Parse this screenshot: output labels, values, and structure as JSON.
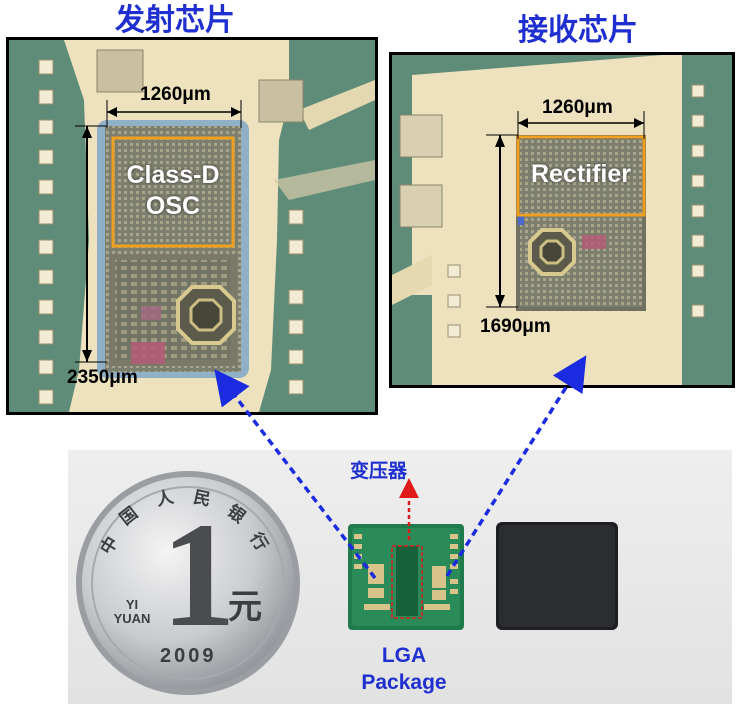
{
  "tx_chip": {
    "title": "发射芯片",
    "width_label": "1260μm",
    "height_label": "2350μm",
    "block_line1": "Class-D",
    "block_line2": "OSC"
  },
  "rx_chip": {
    "title": "接收芯片",
    "width_label": "1260μm",
    "height_label": "1690μm",
    "block_label": "Rectifier"
  },
  "bottom_photo": {
    "transformer_label": "变压器",
    "package_line1": "LGA",
    "package_line2": "Package"
  },
  "coin": {
    "characters": [
      "中",
      "国",
      "人",
      "民",
      "银",
      "行"
    ],
    "denomination": "1",
    "yuan_line1": "YI",
    "yuan_line2": "YUAN",
    "yuan_char": "元",
    "year": "2009"
  },
  "colors": {
    "title_blue": "#1f2fd0",
    "highlight_orange": "#f0a020",
    "arrow_blue": "#1a2be0",
    "arrow_red": "#e01a1a"
  }
}
